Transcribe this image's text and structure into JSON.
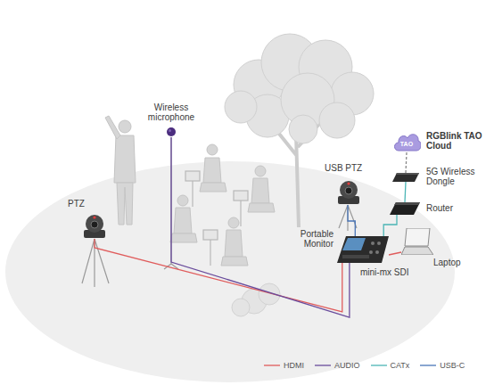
{
  "diagram": {
    "nodes": [
      {
        "text": [
          "Wireless microphone"
        ]
      },
      {
        "text": [
          "PTZ"
        ]
      },
      {
        "text": [
          "USB PTZ"
        ]
      },
      {
        "text": [
          "RGBlink TAO Cloud"
        ]
      },
      {
        "text": [
          "5G Wireless Dongle"
        ]
      },
      {
        "text": [
          "Router"
        ]
      },
      {
        "text": [
          "mini-mx SDI"
        ]
      },
      {
        "text": [
          "Laptop"
        ]
      }
    ],
    "edges": [
      {
        "from": 1,
        "to": 6,
        "arrow": "none"
      },
      {
        "from": 0,
        "to": 6,
        "arrow": "none"
      },
      {
        "from": 2,
        "to": 6,
        "arrow": "none"
      },
      {
        "from": 6,
        "to": 5,
        "arrow": "none"
      },
      {
        "from": 5,
        "to": 4,
        "arrow": "none"
      },
      {
        "from": 4,
        "to": 3,
        "arrow": "none"
      },
      {
        "from": 6,
        "to": 7,
        "arrow": "none"
      }
    ],
    "labels": [
      "TAO",
      "Portable Monitor"
    ],
    "legend": [
      {
        "text": "HDMI"
      },
      {
        "text": "AUDIO"
      },
      {
        "text": "CATx"
      },
      {
        "text": "USB-C"
      }
    ]
  }
}
